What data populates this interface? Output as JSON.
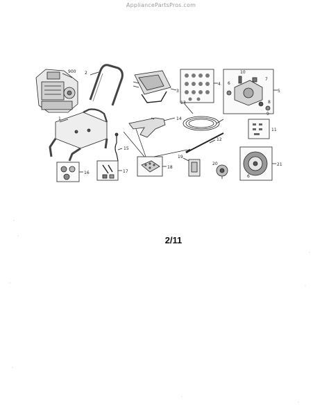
{
  "watermark": "AppliancePartsPros.com",
  "page_label": "2/11",
  "callouts": {
    "engine": "900",
    "handle": "2",
    "panel": "3",
    "fittings": "4",
    "pump": "5",
    "pump_part_6": "6",
    "pump_part_7": "7",
    "pump_part_8": "8",
    "pump_part_9": "9",
    "pump_part_10": "10",
    "frame": "1",
    "hose": "13",
    "gun": "14",
    "hardware_11": "11",
    "wand": "12",
    "hardware_15": "15",
    "hardware_16": "16",
    "hardware_17": "17",
    "nozzle_kit": "18",
    "bracket": "19",
    "knob": "20",
    "wheel": "21",
    "wheel_part_6": "6"
  }
}
